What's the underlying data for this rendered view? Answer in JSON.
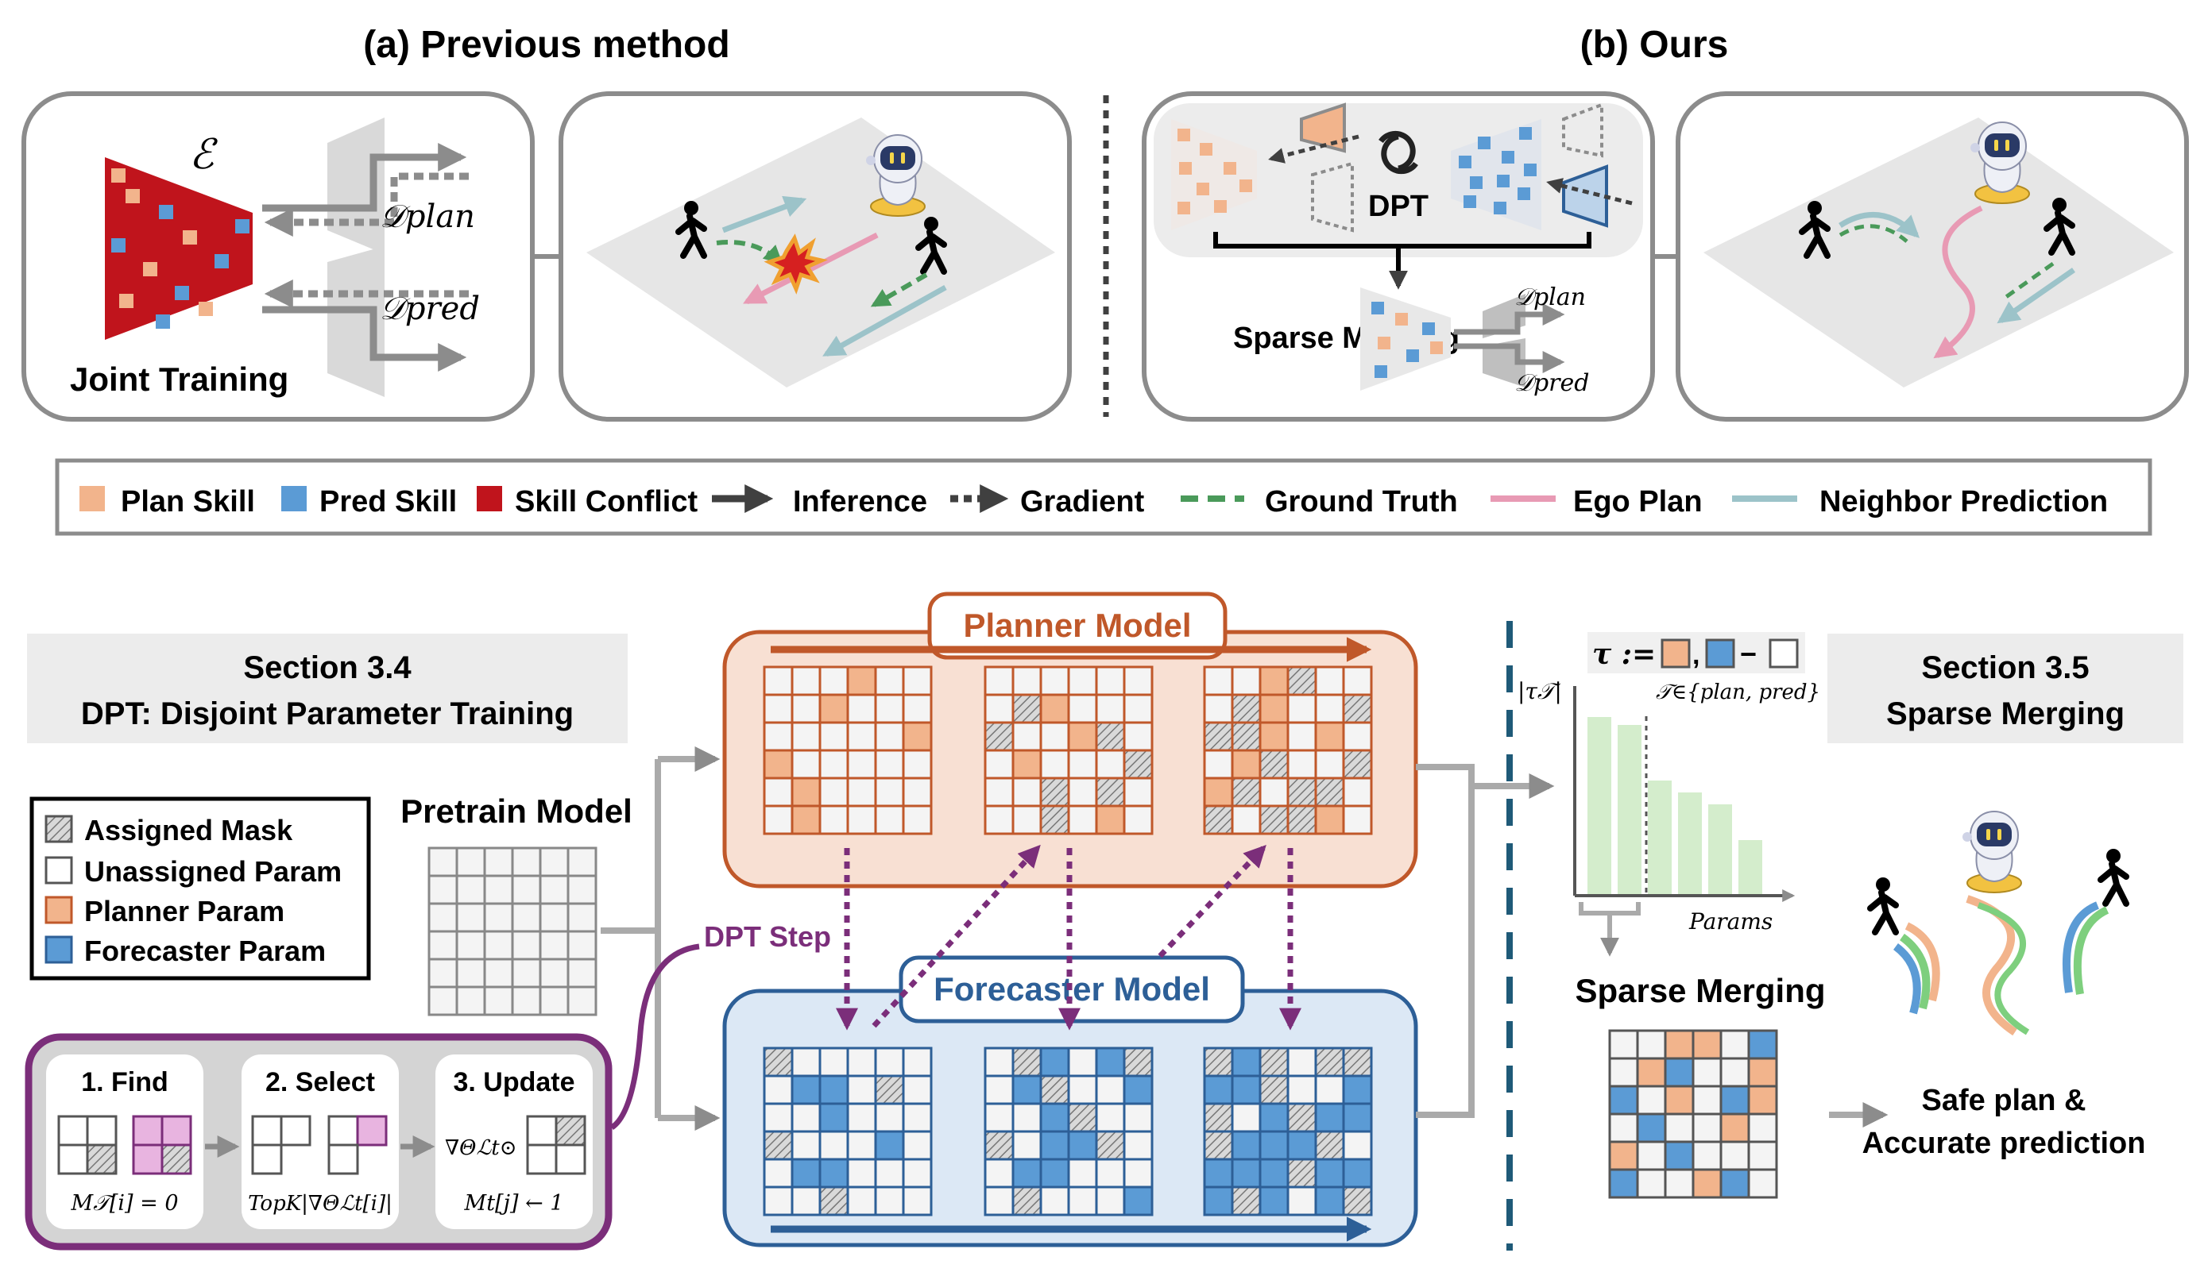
{
  "top": {
    "previous_title": "(a) Previous method",
    "ours_title": "(b) Ours",
    "encoder_symbol": "ℰ",
    "d_plan": "𝒟plan",
    "d_pred": "𝒟pred",
    "joint_training": "Joint Training",
    "dpt_label": "DPT",
    "sparse_merging": "Sparse Merging"
  },
  "legend": {
    "items": [
      {
        "label": "Plan Skill",
        "color": "#f2b48c"
      },
      {
        "label": "Pred Skill",
        "color": "#5b9bd5"
      },
      {
        "label": "Skill Conflict",
        "color": "#c0141c"
      },
      {
        "label": "Inference",
        "color": "#404040"
      },
      {
        "label": "Gradient",
        "color": "#404040"
      },
      {
        "label": "Ground Truth",
        "color": "#4a9a5a"
      },
      {
        "label": "Ego Plan",
        "color": "#e89ab4"
      },
      {
        "label": "Neighbor Prediction",
        "color": "#9cc3c9"
      }
    ]
  },
  "bottom": {
    "section34_line1": "Section 3.4",
    "section34_line2": "DPT: Disjoint Parameter Training",
    "section35_line1": "Section 3.5",
    "section35_line2": "Sparse Merging",
    "param_legend": [
      {
        "label": "Assigned Mask"
      },
      {
        "label": "Unassigned Param"
      },
      {
        "label": "Planner Param"
      },
      {
        "label": "Forecaster Param"
      }
    ],
    "pretrain_model": "Pretrain Model",
    "planner_model": "Planner Model",
    "forecaster_model": "Forecaster Model",
    "dpt_step": "DPT Step",
    "steps": [
      {
        "title": "1. Find",
        "formula": "M𝒯[i] = 0"
      },
      {
        "title": "2. Select",
        "formula": "TopK|∇Θℒt[i]|"
      },
      {
        "title": "3. Update",
        "formula": "Mt[j] ← 1",
        "prefix": "∇Θℒt⊙"
      }
    ],
    "tau_def": "τ :=",
    "tau_minus": "−",
    "tau_axis": "|τ𝒯|",
    "tau_set": "𝒯∈{plan, pred}",
    "params_axis": "Params",
    "sparse_merging_title": "Sparse Merging",
    "result_line1": "Safe plan &",
    "result_line2": "Accurate prediction"
  },
  "colors": {
    "planner": "#c0582a",
    "planner_fill": "#f8e0d3",
    "forecaster": "#2d5f97",
    "forecaster_fill": "#dce8f5",
    "dpt": "#7b2e7a",
    "bar": "#d4edcc"
  },
  "chart_data": {
    "type": "bar",
    "values": [
      0.9,
      0.86,
      0.58,
      0.52,
      0.46,
      0.28
    ],
    "xlabel": "Params",
    "ylabel": "|τ𝒯|"
  }
}
